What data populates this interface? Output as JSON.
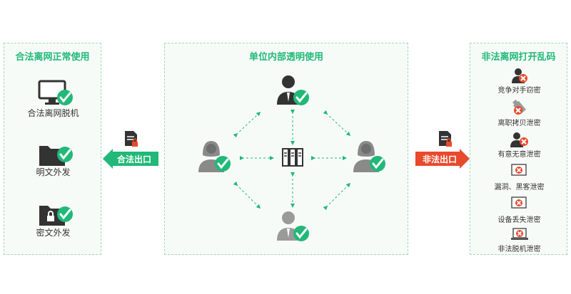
{
  "left_panel": {
    "title": "合法离网正常使用",
    "items": [
      {
        "label": "合法离网脱机",
        "icon": "monitor-check-icon"
      },
      {
        "label": "明文外发",
        "icon": "folder-check-icon"
      },
      {
        "label": "密文外发",
        "icon": "locked-folder-check-icon"
      }
    ]
  },
  "center_panel": {
    "title": "单位内部透明使用",
    "nodes": [
      {
        "icon": "male-user-check-icon"
      },
      {
        "icon": "female-user-check-icon"
      },
      {
        "icon": "server-icon"
      },
      {
        "icon": "female-user-check-icon"
      },
      {
        "icon": "male-user-check-icon"
      }
    ]
  },
  "right_panel": {
    "title": "非法离网打开乱码",
    "items": [
      {
        "label": "竞争对手窃密",
        "icon": "thief-cross-icon"
      },
      {
        "label": "离职拷贝泄密",
        "icon": "usb-cross-icon"
      },
      {
        "label": "有意无意泄密",
        "icon": "user-cross-icon"
      },
      {
        "label": "漏洞、黑客泄密",
        "icon": "computer-cross-icon"
      },
      {
        "label": "设备丢失泄密",
        "icon": "device-cross-icon"
      },
      {
        "label": "非法脱机泄密",
        "icon": "laptop-cross-icon"
      }
    ]
  },
  "exits": {
    "legal": "合法出口",
    "illegal": "非法出口"
  },
  "colors": {
    "green": "#21b878",
    "red": "#e84a2c",
    "dark": "#333333",
    "gray": "#9a9a9a"
  }
}
